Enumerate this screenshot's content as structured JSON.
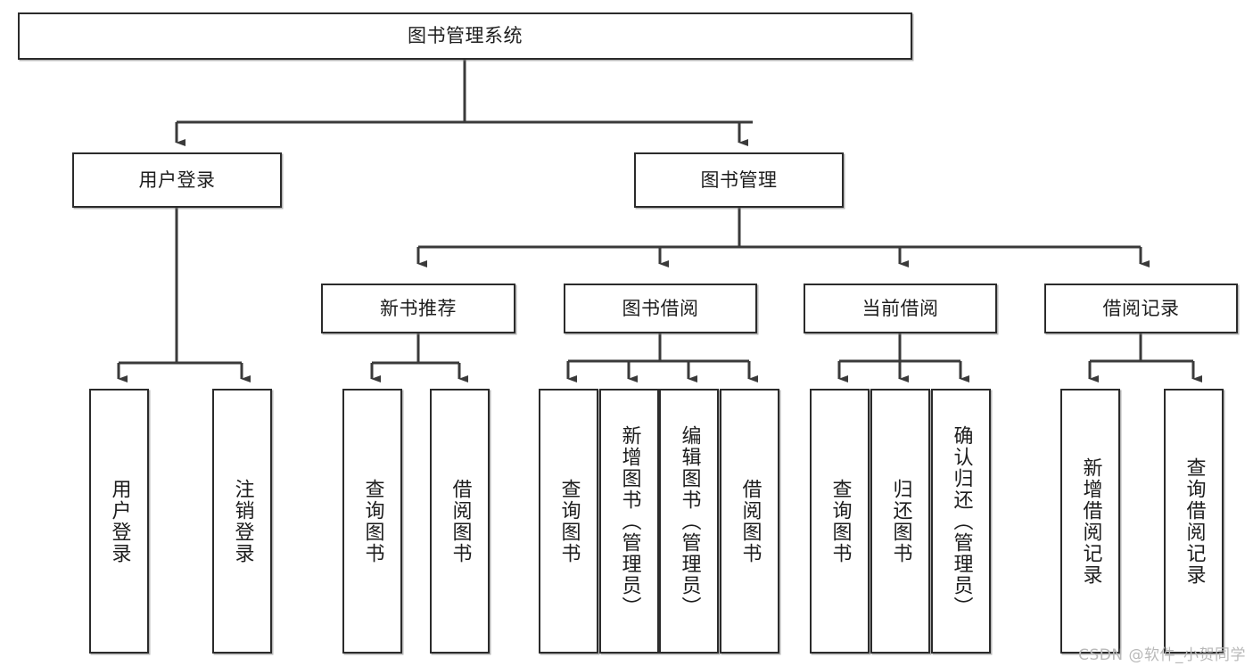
{
  "diagram": {
    "type": "tree",
    "title": "图书管理系统",
    "root": {
      "label": "图书管理系统"
    },
    "level2": [
      {
        "label": "用户登录"
      },
      {
        "label": "图书管理"
      }
    ],
    "level3": [
      {
        "label": "新书推荐"
      },
      {
        "label": "图书借阅"
      },
      {
        "label": "当前借阅"
      },
      {
        "label": "借阅记录"
      }
    ],
    "leaves": {
      "user_login": [
        {
          "label": "用户登录"
        },
        {
          "label": "注销登录"
        }
      ],
      "new_book": [
        {
          "label": "查询图书"
        },
        {
          "label": "借阅图书"
        }
      ],
      "book_borrow": [
        {
          "label": "查询图书"
        },
        {
          "label": "新增图书（管理员）"
        },
        {
          "label": "编辑图书（管理员）"
        },
        {
          "label": "借阅图书"
        }
      ],
      "current_borrow": [
        {
          "label": "查询图书"
        },
        {
          "label": "归还图书"
        },
        {
          "label": "确认归还（管理员）"
        }
      ],
      "borrow_record": [
        {
          "label": "新增借阅记录"
        },
        {
          "label": "查询借阅记录"
        }
      ]
    }
  },
  "watermark": {
    "text": "CSDN @软件_小贺同学"
  },
  "colors": {
    "box_border": "#2b2b2b",
    "box_fill": "#ffffff",
    "connector": "#3a3a3a",
    "text": "#1d1d1d",
    "watermark": "#b9b9b9"
  }
}
